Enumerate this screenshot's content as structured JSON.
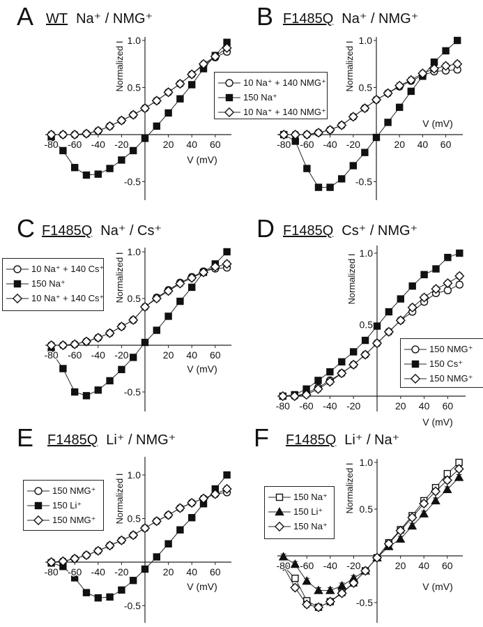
{
  "chart_data": [
    {
      "type": "line",
      "panel": "A",
      "genotype": "WT",
      "title": "Na⁺ / NMG⁺",
      "xlabel": "V (mV)",
      "ylabel": "Normalized I",
      "xlim": [
        -80,
        70
      ],
      "ylim": [
        -0.6,
        1.05
      ],
      "xticks": [
        "-80",
        "-60",
        "-40",
        "-20",
        "20",
        "40",
        "60"
      ],
      "yticks": [
        "1.0",
        "0.5",
        "-0.5"
      ],
      "x": [
        -80,
        -70,
        -60,
        -50,
        -40,
        -30,
        -20,
        -10,
        0,
        10,
        20,
        30,
        40,
        50,
        60,
        70
      ],
      "series": [
        {
          "name": "10 Na⁺ + 140 NMG⁺",
          "marker": "circle-open",
          "values": [
            0,
            0,
            0,
            0.01,
            0.04,
            0.09,
            0.15,
            0.21,
            0.28,
            0.36,
            0.45,
            0.54,
            0.64,
            0.74,
            0.82,
            0.88
          ]
        },
        {
          "name": "150 Na⁺",
          "marker": "square-filled",
          "values": [
            -0.04,
            -0.17,
            -0.35,
            -0.43,
            -0.42,
            -0.36,
            -0.27,
            -0.17,
            -0.04,
            0.09,
            0.23,
            0.38,
            0.53,
            0.7,
            0.84,
            0.98
          ]
        },
        {
          "name": "10 Na⁺ + 140 NMG⁺",
          "marker": "diamond-open",
          "values": [
            0,
            0,
            0,
            0.01,
            0.04,
            0.09,
            0.15,
            0.21,
            0.28,
            0.36,
            0.45,
            0.54,
            0.64,
            0.75,
            0.83,
            0.92
          ]
        }
      ],
      "legend": "shared-with-B"
    },
    {
      "type": "line",
      "panel": "B",
      "genotype": "F1485Q",
      "title": "Na⁺ / NMG⁺",
      "xlabel": "V (mV)",
      "ylabel": "Normalized I",
      "xlim": [
        -80,
        70
      ],
      "ylim": [
        -0.6,
        1.05
      ],
      "xticks": [
        "-80",
        "-60",
        "-40",
        "-20",
        "20",
        "40",
        "60"
      ],
      "yticks": [
        "1.0",
        "0.5",
        "-0.5"
      ],
      "x": [
        -80,
        -70,
        -60,
        -50,
        -40,
        -30,
        -20,
        -10,
        0,
        10,
        20,
        30,
        40,
        50,
        60,
        70
      ],
      "series": [
        {
          "name": "10 Na⁺ + 140 NMG⁺",
          "marker": "circle-open",
          "values": [
            0,
            0,
            0,
            0.02,
            0.05,
            0.1,
            0.19,
            0.28,
            0.37,
            0.44,
            0.51,
            0.57,
            0.63,
            0.67,
            0.68,
            0.69
          ]
        },
        {
          "name": "150 Na⁺",
          "marker": "square-filled",
          "values": [
            0,
            -0.07,
            -0.36,
            -0.56,
            -0.56,
            -0.47,
            -0.33,
            -0.19,
            -0.03,
            0.13,
            0.29,
            0.46,
            0.62,
            0.77,
            0.89,
            1.0
          ]
        },
        {
          "name": "10 Na⁺ + 140 NMG⁺",
          "marker": "diamond-open",
          "values": [
            0,
            0,
            0,
            0.02,
            0.05,
            0.1,
            0.19,
            0.28,
            0.37,
            0.44,
            0.52,
            0.58,
            0.65,
            0.7,
            0.73,
            0.75
          ]
        }
      ]
    },
    {
      "type": "line",
      "panel": "C",
      "genotype": "F1485Q",
      "title": "Na⁺ / Cs⁺",
      "xlabel": "V (mV)",
      "ylabel": "Normalized I",
      "xlim": [
        -80,
        70
      ],
      "ylim": [
        -0.6,
        1.05
      ],
      "xticks": [
        "-80",
        "-60",
        "-40",
        "-20",
        "20",
        "40",
        "60"
      ],
      "yticks": [
        "1.0",
        "0.5",
        "-0.5"
      ],
      "x": [
        -80,
        -70,
        -60,
        -50,
        -40,
        -30,
        -20,
        -10,
        0,
        10,
        20,
        30,
        40,
        50,
        60,
        70
      ],
      "series": [
        {
          "name": "10 Na⁺ + 140 Cs⁺",
          "marker": "circle-open",
          "values": [
            0,
            0,
            0.01,
            0.04,
            0.08,
            0.13,
            0.2,
            0.27,
            0.41,
            0.51,
            0.59,
            0.67,
            0.73,
            0.79,
            0.82,
            0.83
          ]
        },
        {
          "name": "150 Na⁺",
          "marker": "square-filled",
          "values": [
            -0.07,
            -0.25,
            -0.5,
            -0.54,
            -0.48,
            -0.38,
            -0.26,
            -0.13,
            0.03,
            0.16,
            0.31,
            0.47,
            0.62,
            0.78,
            0.87,
            1.0
          ]
        },
        {
          "name": "10 Na⁺ + 140 Cs⁺",
          "marker": "diamond-open",
          "values": [
            0,
            0,
            0.01,
            0.04,
            0.08,
            0.13,
            0.2,
            0.27,
            0.41,
            0.5,
            0.58,
            0.66,
            0.72,
            0.78,
            0.84,
            0.87
          ]
        }
      ]
    },
    {
      "type": "line",
      "panel": "D",
      "genotype": "F1485Q",
      "title": "Cs⁺ / NMG⁺",
      "xlabel": "V (mV)",
      "ylabel": "Normalized I",
      "xlim": [
        -80,
        70
      ],
      "ylim": [
        0,
        1.05
      ],
      "xticks": [
        "-80",
        "-60",
        "-40",
        "-20",
        "20",
        "40",
        "60"
      ],
      "yticks": [
        "1.0",
        "0.5"
      ],
      "x": [
        -80,
        -70,
        -60,
        -50,
        -40,
        -30,
        -20,
        -10,
        0,
        10,
        20,
        30,
        40,
        50,
        60,
        70
      ],
      "series": [
        {
          "name": "150 NMG⁺",
          "marker": "circle-open",
          "values": [
            0,
            0,
            0.02,
            0.06,
            0.11,
            0.16,
            0.22,
            0.29,
            0.37,
            0.45,
            0.53,
            0.59,
            0.66,
            0.72,
            0.74,
            0.78
          ]
        },
        {
          "name": "150 Cs⁺",
          "marker": "square-filled",
          "values": [
            0,
            0.01,
            0.05,
            0.11,
            0.17,
            0.24,
            0.31,
            0.39,
            0.49,
            0.59,
            0.68,
            0.77,
            0.85,
            0.89,
            0.97,
            1.0
          ]
        },
        {
          "name": "150 NMG⁺",
          "marker": "diamond-open",
          "values": [
            0,
            0,
            0.01,
            0.05,
            0.1,
            0.16,
            0.22,
            0.29,
            0.37,
            0.45,
            0.53,
            0.62,
            0.69,
            0.75,
            0.79,
            0.84
          ]
        }
      ]
    },
    {
      "type": "line",
      "panel": "E",
      "genotype": "F1485Q",
      "title": "Li⁺ / NMG⁺",
      "xlabel": "V (mV)",
      "ylabel": "Normalized I",
      "xlim": [
        -80,
        70
      ],
      "ylim": [
        -0.6,
        1.2
      ],
      "xticks": [
        "-80",
        "-60",
        "-40",
        "-20",
        "20",
        "40",
        "60"
      ],
      "yticks": [
        "1.0",
        "0.5",
        "-0.5"
      ],
      "x": [
        -80,
        -70,
        -60,
        -50,
        -40,
        -30,
        -20,
        -10,
        0,
        10,
        20,
        30,
        40,
        50,
        60,
        70
      ],
      "series": [
        {
          "name": "150 NMG⁺",
          "marker": "circle-open",
          "values": [
            0,
            0.01,
            0.04,
            0.08,
            0.13,
            0.19,
            0.25,
            0.31,
            0.39,
            0.47,
            0.54,
            0.62,
            0.68,
            0.73,
            0.78,
            0.8
          ]
        },
        {
          "name": "150 Li⁺",
          "marker": "square-filled",
          "values": [
            -0.01,
            -0.05,
            -0.18,
            -0.35,
            -0.41,
            -0.4,
            -0.32,
            -0.21,
            -0.08,
            0.06,
            0.21,
            0.37,
            0.51,
            0.67,
            0.84,
            1.0
          ]
        },
        {
          "name": "150 NMG⁺",
          "marker": "diamond-open",
          "values": [
            0,
            0.01,
            0.04,
            0.08,
            0.13,
            0.19,
            0.25,
            0.31,
            0.39,
            0.47,
            0.54,
            0.62,
            0.68,
            0.73,
            0.78,
            0.84
          ]
        }
      ]
    },
    {
      "type": "line",
      "panel": "F",
      "genotype": "F1485Q",
      "title": "Li⁺ / Na⁺",
      "xlabel": "V (mV)",
      "ylabel": "Normalized I",
      "xlim": [
        -80,
        70
      ],
      "ylim": [
        -0.7,
        1.05
      ],
      "xticks": [
        "-80",
        "-60",
        "-40",
        "-20",
        "20",
        "40",
        "60"
      ],
      "yticks": [
        "1.0",
        "0.5",
        "-0.5"
      ],
      "x": [
        -80,
        -70,
        -60,
        -50,
        -40,
        -30,
        -20,
        -10,
        0,
        10,
        20,
        30,
        40,
        50,
        60,
        70
      ],
      "series": [
        {
          "name": "150 Na⁺",
          "marker": "square-open",
          "values": [
            -0.11,
            -0.24,
            -0.48,
            -0.55,
            -0.49,
            -0.39,
            -0.29,
            -0.16,
            -0.02,
            0.14,
            0.28,
            0.43,
            0.59,
            0.73,
            0.88,
            1.0
          ]
        },
        {
          "name": "150 Li⁺",
          "marker": "triangle-filled",
          "values": [
            -0.01,
            -0.09,
            -0.27,
            -0.37,
            -0.37,
            -0.32,
            -0.24,
            -0.16,
            -0.02,
            0.1,
            0.18,
            0.32,
            0.45,
            0.59,
            0.71,
            0.84
          ]
        },
        {
          "name": "150 Na⁺",
          "marker": "diamond-open",
          "values": [
            -0.11,
            -0.34,
            -0.52,
            -0.55,
            -0.49,
            -0.4,
            -0.29,
            -0.16,
            -0.02,
            0.13,
            0.27,
            0.41,
            0.56,
            0.69,
            0.81,
            0.93
          ]
        }
      ]
    }
  ]
}
